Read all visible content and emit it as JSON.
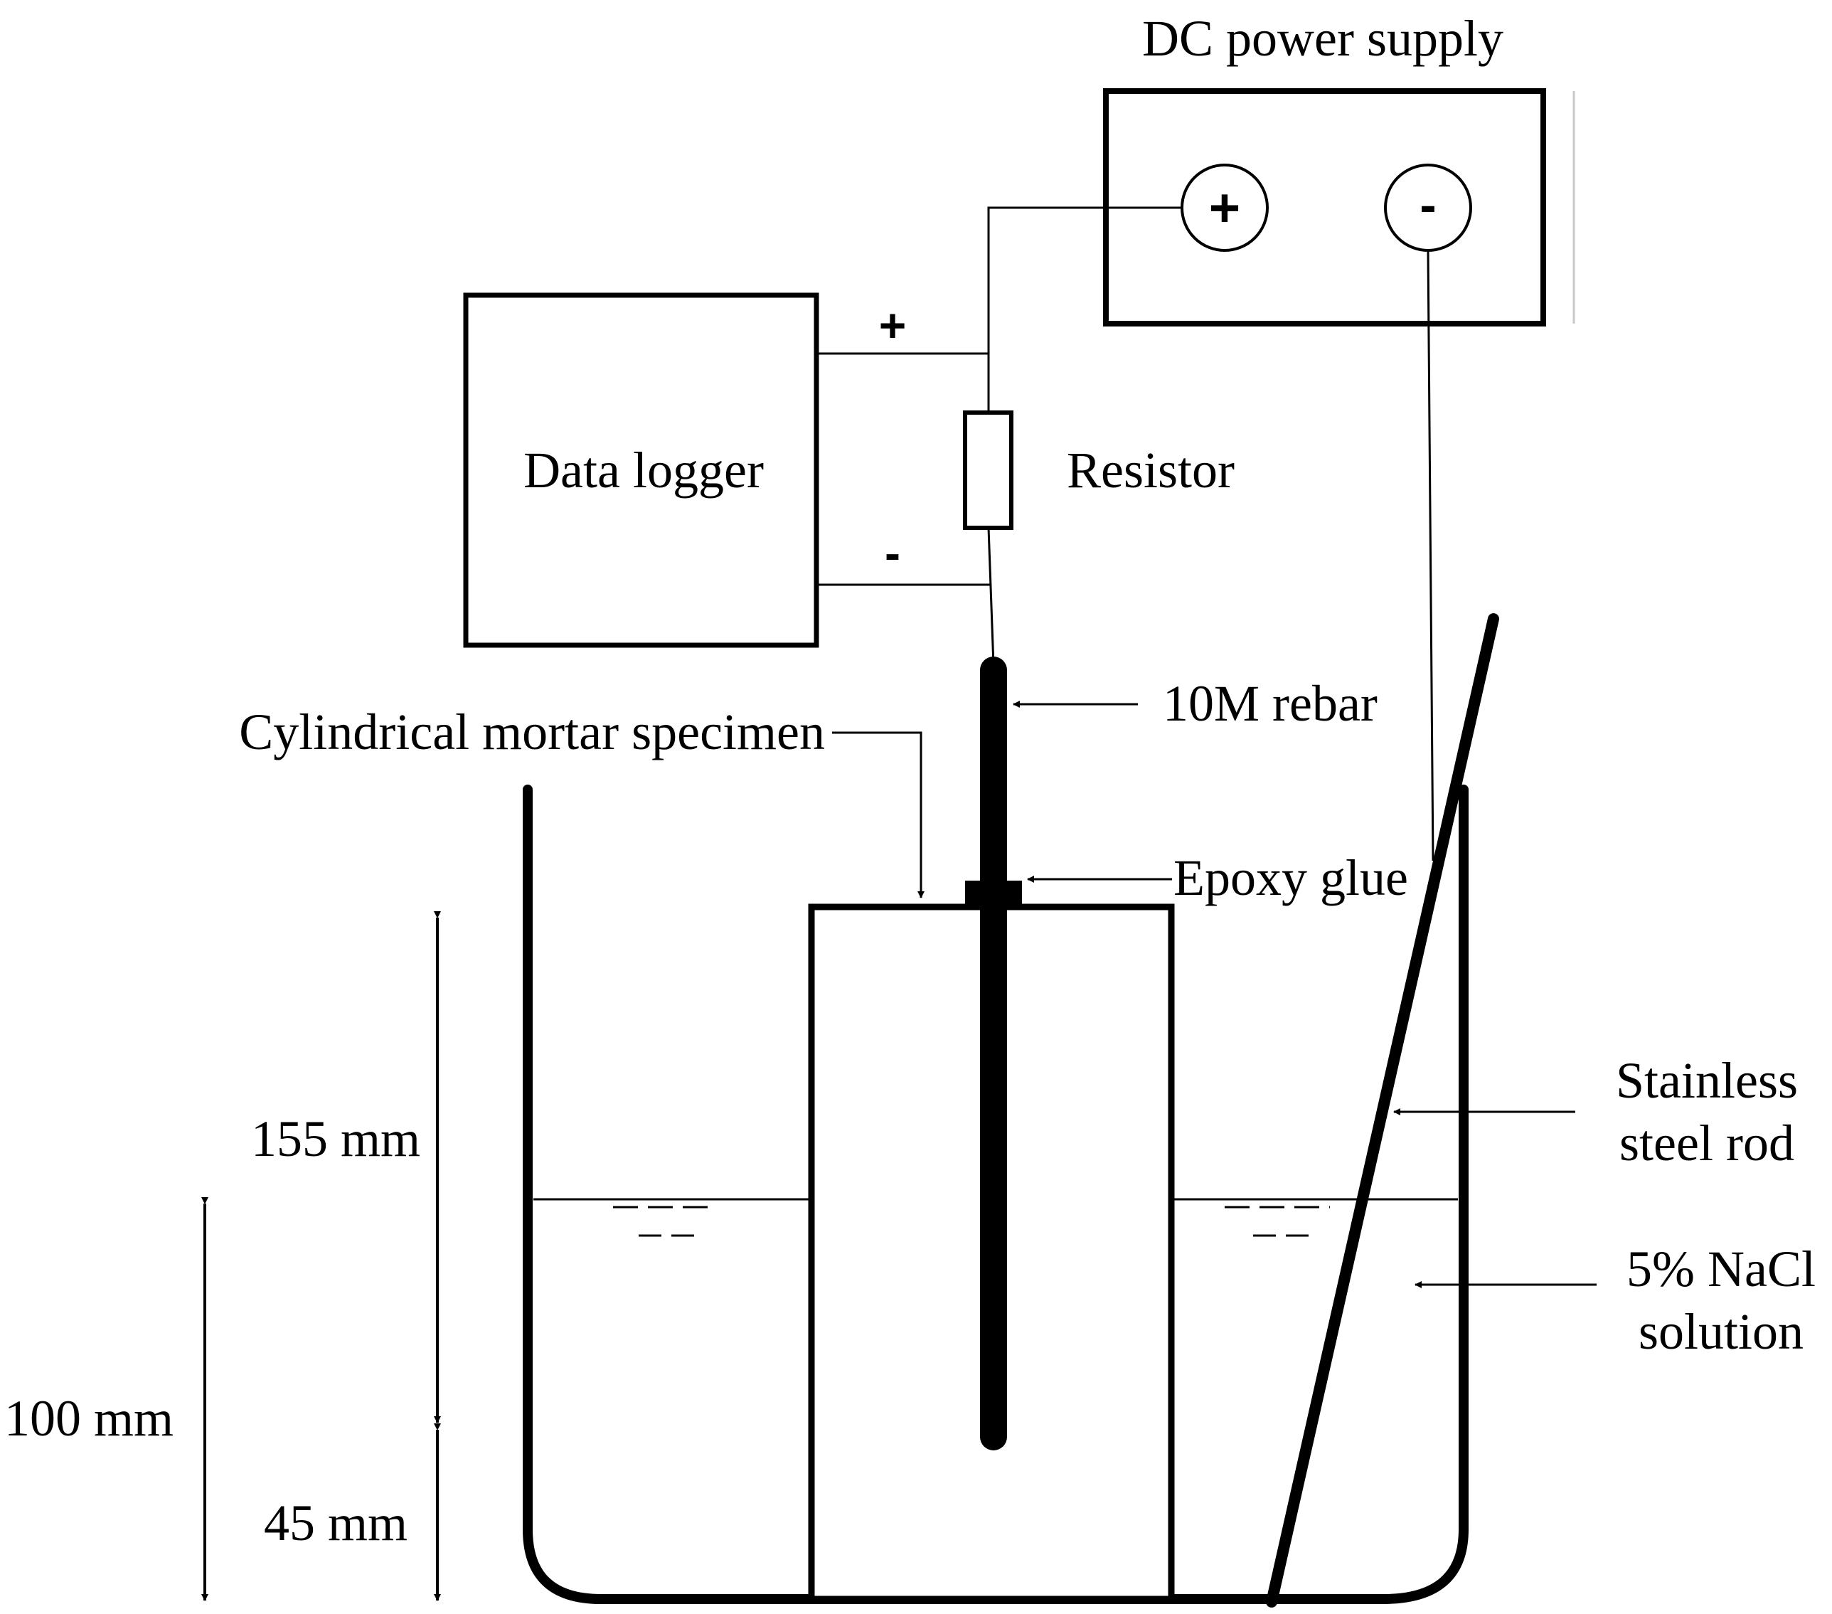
{
  "labels": {
    "dc_power_supply": "DC power supply",
    "plus_terminal": "+",
    "minus_terminal": "-",
    "data_logger": "Data logger",
    "logger_plus": "+",
    "logger_minus": "-",
    "resistor": "Resistor",
    "rebar": "10M rebar",
    "specimen": "Cylindrical mortar specimen",
    "epoxy": "Epoxy glue",
    "steel_rod_line1": "Stainless",
    "steel_rod_line2": "steel rod",
    "solution_line1": "5% NaCl",
    "solution_line2": "solution"
  },
  "dimensions": {
    "specimen_upper": "155 mm",
    "specimen_lower": "45 mm",
    "solution_depth": "100 mm"
  },
  "colors": {
    "stroke": "#000000",
    "background": "#ffffff"
  }
}
